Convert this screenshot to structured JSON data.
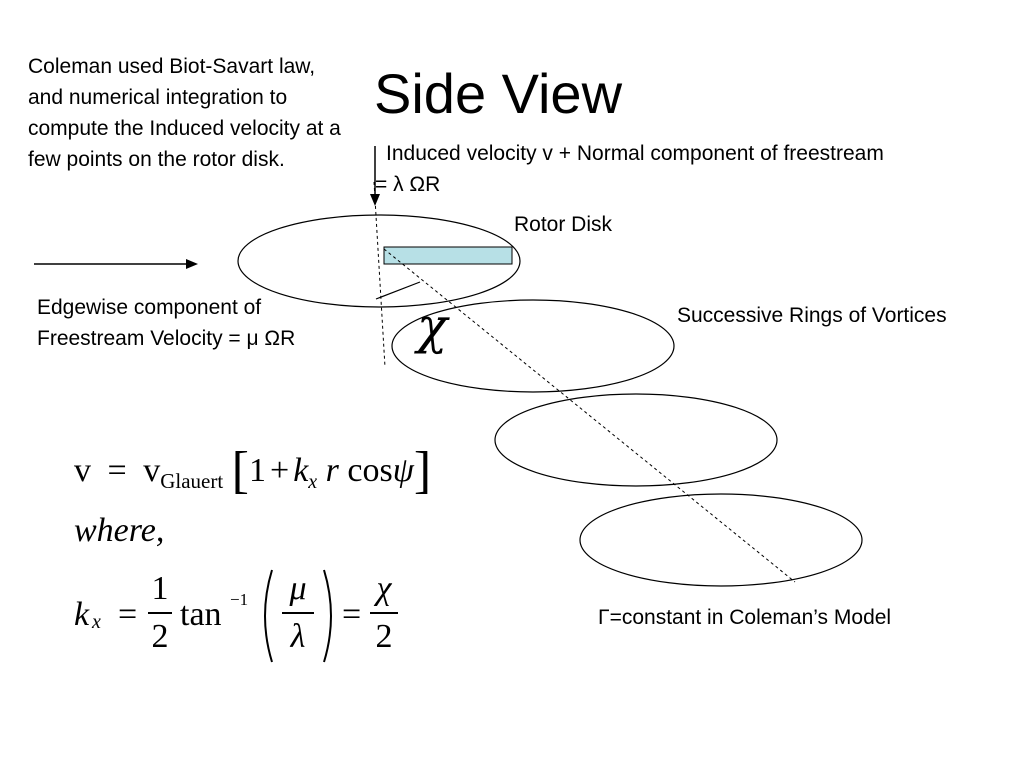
{
  "slide": {
    "title": "Side View",
    "note": "Coleman used Biot-Savart law, and numerical integration to compute the Induced velocity at a few points on the rotor disk.",
    "induced_velocity": {
      "line1": "Induced velocity v + Normal component of freestream",
      "line2": "= λ ΩR"
    },
    "rotor_disk_label": "Rotor Disk",
    "rings_label": "Successive Rings of Vortices",
    "edgewise": {
      "line1": "Edgewise component of",
      "line2": "Freestream Velocity = μ ΩR"
    },
    "chi_symbol": "χ",
    "gamma_label": "Γ=constant in Coleman’s Model"
  },
  "equations": {
    "eq1": {
      "lhs": "v",
      "equals": "=",
      "v": "v",
      "subscript": "Glauert",
      "open_bracket": "[",
      "one": "1",
      "plus": "+",
      "k": "k",
      "k_sub": "x",
      "r": "r",
      "cos": "cos",
      "psi": "ψ",
      "close_bracket": "]"
    },
    "where": "where,",
    "eq2": {
      "k": "k",
      "k_sub": "x",
      "equals": "=",
      "half_num": "1",
      "half_den": "2",
      "tan": "tan",
      "tan_exp": "−1",
      "mu": "μ",
      "lambda": "λ",
      "equals2": "=",
      "chi": "χ",
      "chi_den": "2"
    }
  },
  "colors": {
    "rotor_fill": "#b7e0e6",
    "line": "#000000",
    "background": "#ffffff"
  }
}
